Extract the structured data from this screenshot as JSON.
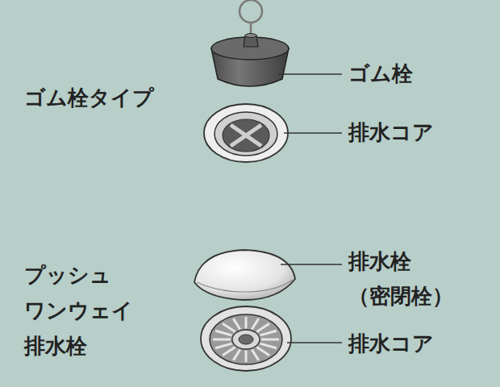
{
  "diagram": {
    "labels": [
      "ゴム栓タイプ",
      "ゴム栓",
      "排水コア",
      "プッシュ ワンウェイ 排水栓",
      "排水栓 （密閉栓）",
      "排水コア"
    ]
  }
}
